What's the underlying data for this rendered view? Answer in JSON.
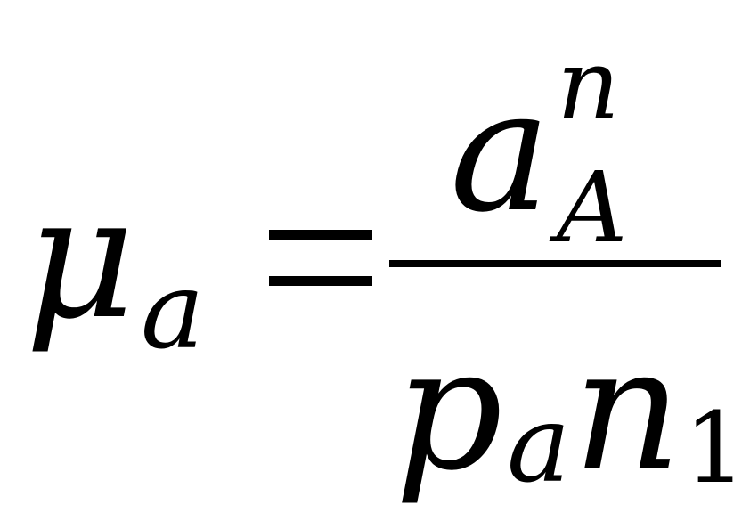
{
  "formula": {
    "lhs": {
      "symbol": "μ",
      "subscript": "a"
    },
    "equals": "=",
    "numerator": {
      "base": "a",
      "superscript": "n",
      "subscript": "A"
    },
    "denominator": {
      "p": "p",
      "p_subscript": "a",
      "n": "n",
      "n_subscript": "1"
    }
  }
}
